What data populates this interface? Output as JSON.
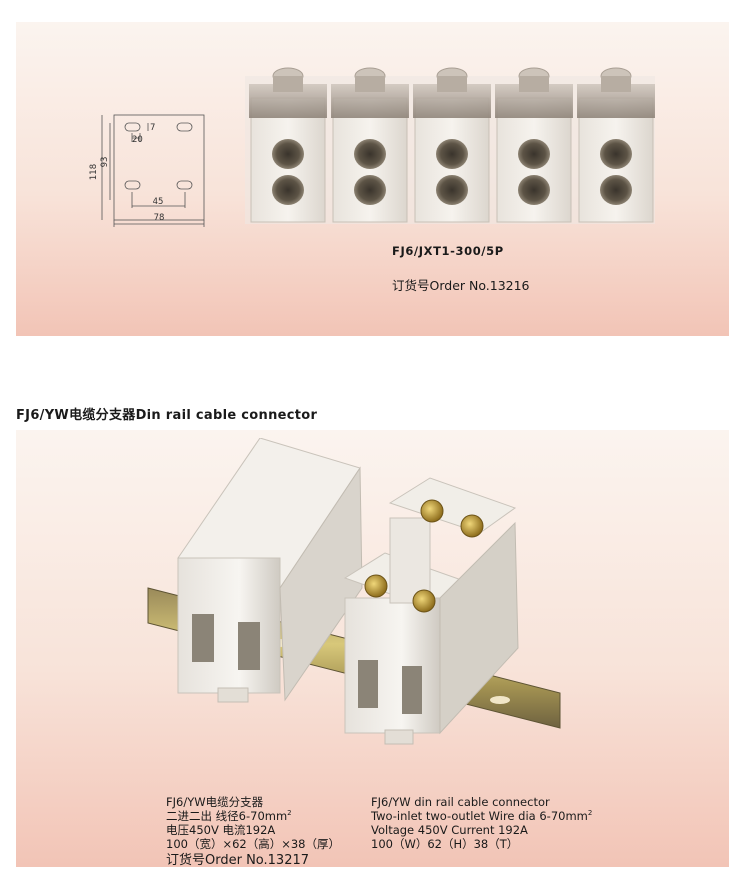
{
  "top": {
    "drawing": {
      "dim_height_outer": "118",
      "dim_height_inner": "93",
      "dim_slot_spacing": "20",
      "dim_slot_height": "7",
      "dim_hole_spacing": "45",
      "dim_width": "78"
    },
    "model_code": "FJ6/JXT1-300/5P",
    "order_text": "订货号Order No.13216"
  },
  "section_title": "FJ6/YW电缆分支器Din rail cable connector",
  "bottom": {
    "cn": {
      "line1": "FJ6/YW电缆分支器",
      "line2": "二进二出 线径6-70mm",
      "line2_sup": "2",
      "line3": "电压450V 电流192A",
      "line4": "100（宽）×62（高）×38（厚）",
      "order": "订货号Order No.13217"
    },
    "en": {
      "line1": "FJ6/YW din rail cable connector",
      "line2": "Two-inlet two-outlet Wire dia 6-70mm",
      "line2_sup": "2",
      "line3": "Voltage 450V Current 192A",
      "line4": "100（W）62（H）38（T）"
    }
  },
  "colors": {
    "panel_top": "#fbf4ef",
    "panel_bottom": "#f2c4b6",
    "block_body": "#f3f0ea",
    "screw_brass": "#c9a13a",
    "rail_metal": "#b8a24a"
  }
}
